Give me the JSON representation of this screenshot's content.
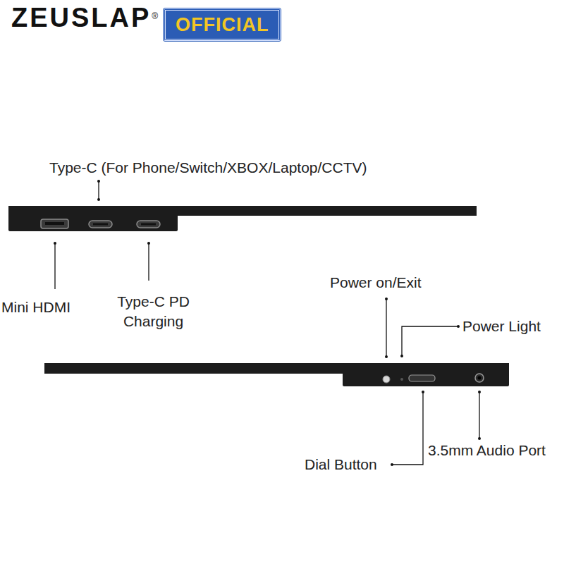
{
  "diagram": {
    "nodes": [
      {
        "text": [
          "OFFICIAL"
        ]
      }
    ],
    "labels": [
      "ZEUSLAP",
      "®",
      "Type-C (For Phone/Switch/XBOX/Laptop/CCTV)",
      "Mini HDMI",
      "Type-C PD Charging",
      "Power on/Exit",
      "Power Light",
      "Dial Button",
      "3.5mm Audio Port"
    ]
  }
}
